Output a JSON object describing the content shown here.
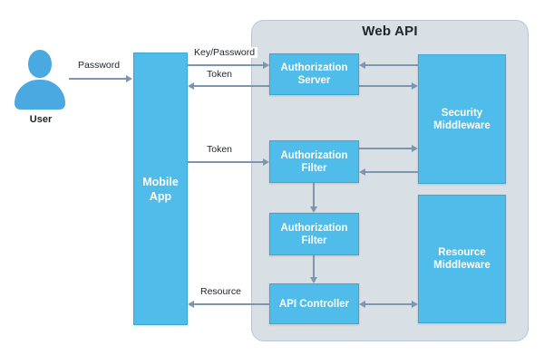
{
  "diagram": {
    "title": "Web API",
    "actor": {
      "label": "User",
      "icon": "user-avatar-icon"
    },
    "client": {
      "label_line1": "Mobile",
      "label_line2": "App"
    },
    "blocks": [
      {
        "id": "authorization-server",
        "line1": "Authorization",
        "line2": "Server"
      },
      {
        "id": "authorization-filter-1",
        "line1": "Authorization",
        "line2": "Filter"
      },
      {
        "id": "authorization-filter-2",
        "line1": "Authorization",
        "line2": "Filter"
      },
      {
        "id": "api-controller",
        "line1": "API Controller",
        "line2": ""
      },
      {
        "id": "security-middleware",
        "line1": "Security",
        "line2": "Middleware"
      },
      {
        "id": "resource-middleware",
        "line1": "Resource",
        "line2": "Middleware"
      }
    ],
    "edge_labels": {
      "password": "Password",
      "key_password": "Key/Password",
      "token_top": "Token",
      "token_mid": "Token",
      "resource": "Resource"
    },
    "colors": {
      "block_fill": "#4FBCE9",
      "block_border": "#3DA7D4",
      "container_fill": "#D8DFE5",
      "container_border": "#B9C6D1",
      "connector": "#7D96AD",
      "text_dark": "#1D2329",
      "actor_fill": "#4AA9E0",
      "page_background": "#FFFFFF"
    }
  }
}
